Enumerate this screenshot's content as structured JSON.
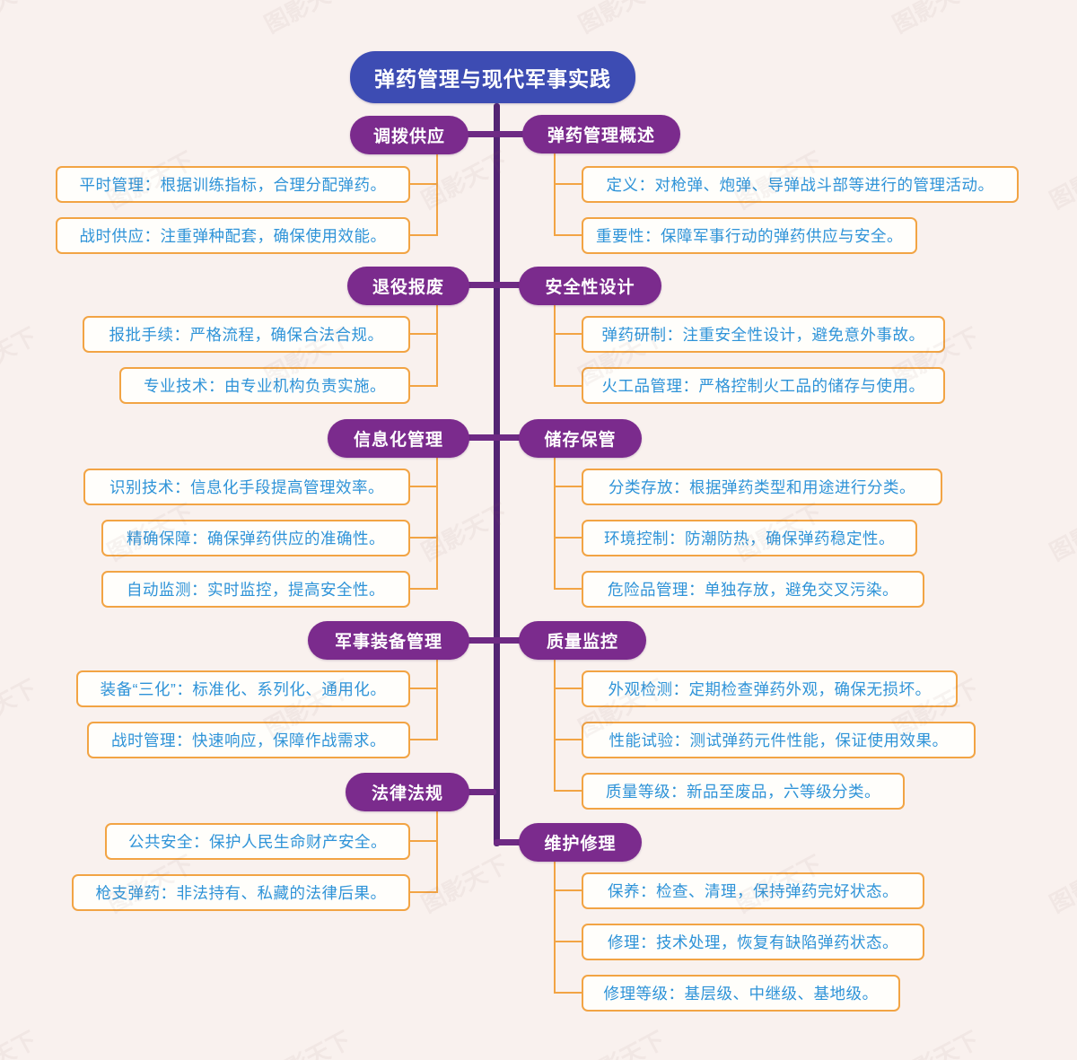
{
  "page": {
    "title": "弹药管理与现代军事实践",
    "watermark": "图影天下",
    "background": "#f9f1ee"
  },
  "colors": {
    "root_fill": "#3d4cb3",
    "branch_fill": "#7b2b8d",
    "spine_purple": "#532473",
    "branch_bar_purple": "#6e2a84",
    "connector_orange": "#f2a444",
    "leaf_border": "#f2a444",
    "leaf_text_blue": "#2e93d8",
    "leaf_background": "#fffefb",
    "node_text": "#ffffff"
  },
  "root": {
    "label": "弹药管理与现代军事实践"
  },
  "branches": [
    {
      "label": "调拨供应",
      "side": "left",
      "leaves": [
        "平时管理：根据训练指标，合理分配弹药。",
        "战时供应：注重弹种配套，确保使用效能。"
      ]
    },
    {
      "label": "弹药管理概述",
      "side": "right",
      "leaves": [
        "定义：对枪弹、炮弹、导弹战斗部等进行的管理活动。",
        "重要性：保障军事行动的弹药供应与安全。"
      ]
    },
    {
      "label": "退役报废",
      "side": "left",
      "leaves": [
        "报批手续：严格流程，确保合法合规。",
        "专业技术：由专业机构负责实施。"
      ]
    },
    {
      "label": "安全性设计",
      "side": "right",
      "leaves": [
        "弹药研制：注重安全性设计，避免意外事故。",
        "火工品管理：严格控制火工品的储存与使用。"
      ]
    },
    {
      "label": "信息化管理",
      "side": "left",
      "leaves": [
        "识别技术：信息化手段提高管理效率。",
        "精确保障：确保弹药供应的准确性。",
        "自动监测：实时监控，提高安全性。"
      ]
    },
    {
      "label": "储存保管",
      "side": "right",
      "leaves": [
        "分类存放：根据弹药类型和用途进行分类。",
        "环境控制：防潮防热，确保弹药稳定性。",
        "危险品管理：单独存放，避免交叉污染。"
      ]
    },
    {
      "label": "军事装备管理",
      "side": "left",
      "leaves": [
        "装备“三化”：标准化、系列化、通用化。",
        "战时管理：快速响应，保障作战需求。"
      ]
    },
    {
      "label": "质量监控",
      "side": "right",
      "leaves": [
        "外观检测：定期检查弹药外观，确保无损坏。",
        "性能试验：测试弹药元件性能，保证使用效果。",
        "质量等级：新品至废品，六等级分类。"
      ]
    },
    {
      "label": "法律法规",
      "side": "left",
      "leaves": [
        "公共安全：保护人民生命财产安全。",
        "枪支弹药：非法持有、私藏的法律后果。"
      ]
    },
    {
      "label": "维护修理",
      "side": "right",
      "leaves": [
        "保养：检查、清理，保持弹药完好状态。",
        "修理：技术处理，恢复有缺陷弹药状态。",
        "修理等级：基层级、中继级、基地级。"
      ]
    }
  ]
}
